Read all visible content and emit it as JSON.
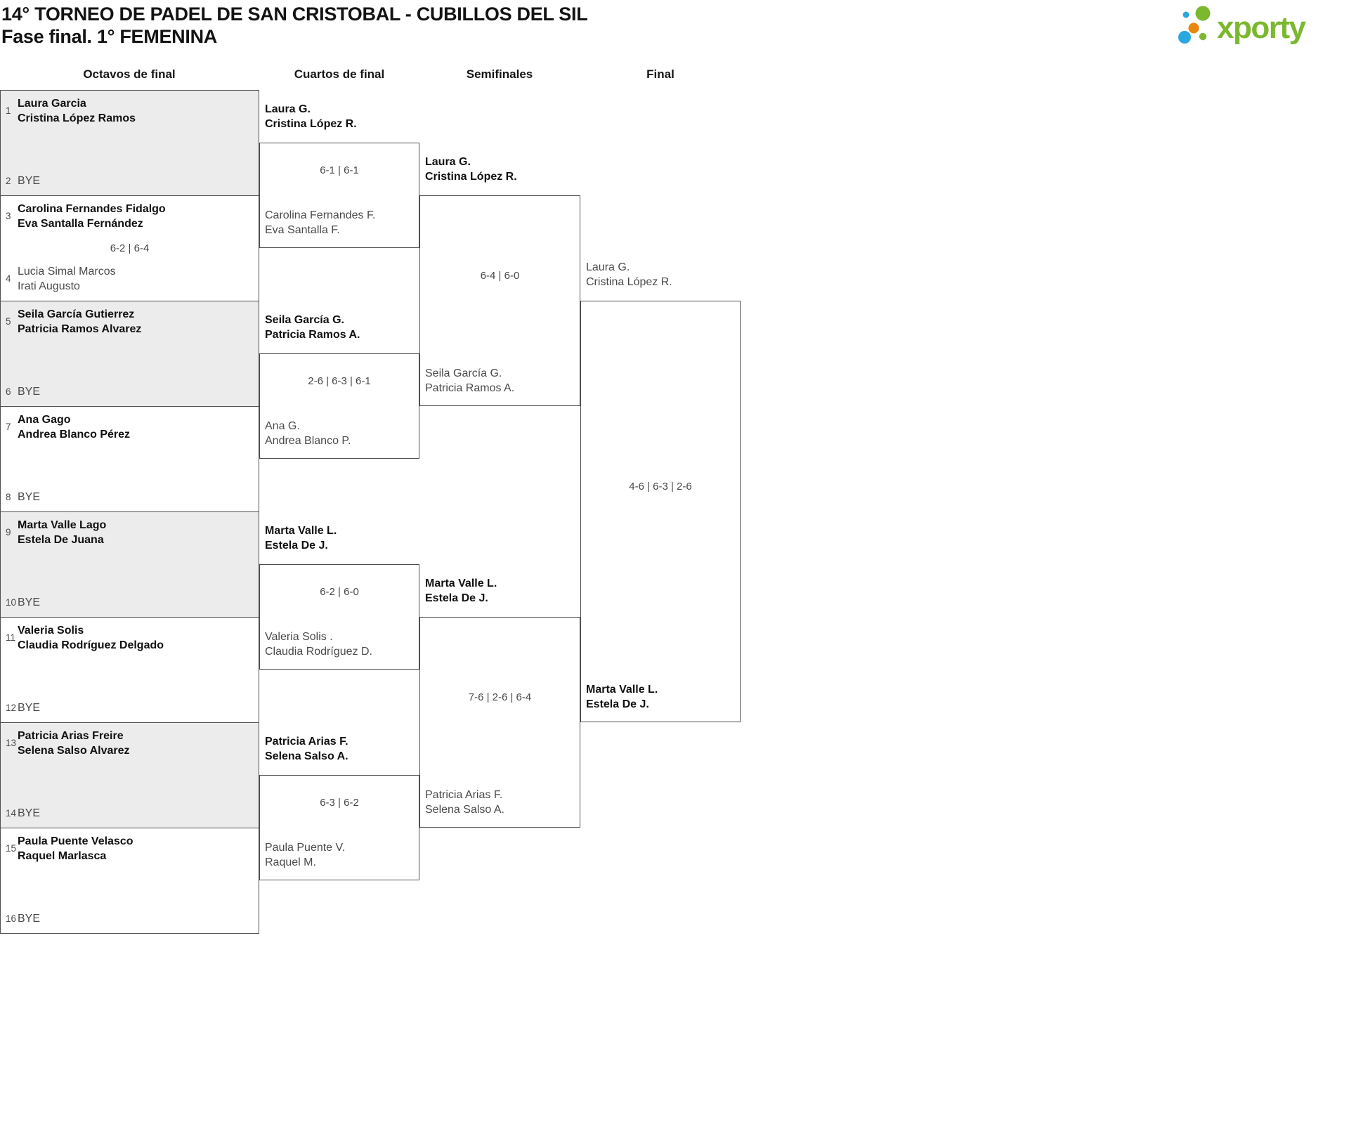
{
  "title": "14° TORNEO DE PADEL DE SAN CRISTOBAL - CUBILLOS DEL SIL",
  "subtitle": "Fase final. 1° FEMENINA",
  "logo": {
    "text": "xporty",
    "colors": {
      "green": "#7cb82e",
      "blue": "#29a8e0",
      "orange": "#e8880e"
    }
  },
  "rounds": [
    "Octavos de final",
    "Cuartos de final",
    "Semifinales",
    "Final"
  ],
  "bracket": {
    "octavos": [
      {
        "shaded": true,
        "score": "",
        "top": {
          "seed": "1",
          "names": [
            "Laura Garcia",
            "Cristina López Ramos"
          ],
          "winner": true
        },
        "bottom": {
          "seed": "2",
          "names": [
            "BYE"
          ],
          "winner": false
        }
      },
      {
        "shaded": false,
        "score": "6-2 | 6-4",
        "top": {
          "seed": "3",
          "names": [
            "Carolina Fernandes Fidalgo",
            "Eva Santalla Fernández"
          ],
          "winner": true
        },
        "bottom": {
          "seed": "4",
          "names": [
            "Lucia Simal Marcos",
            "Irati Augusto"
          ],
          "winner": false
        }
      },
      {
        "shaded": true,
        "score": "",
        "top": {
          "seed": "5",
          "names": [
            "Seila García Gutierrez",
            "Patricia Ramos Alvarez"
          ],
          "winner": true
        },
        "bottom": {
          "seed": "6",
          "names": [
            "BYE"
          ],
          "winner": false
        }
      },
      {
        "shaded": false,
        "score": "",
        "top": {
          "seed": "7",
          "names": [
            "Ana Gago",
            "Andrea Blanco Pérez"
          ],
          "winner": true
        },
        "bottom": {
          "seed": "8",
          "names": [
            "BYE"
          ],
          "winner": false
        }
      },
      {
        "shaded": true,
        "score": "",
        "top": {
          "seed": "9",
          "names": [
            "Marta Valle Lago",
            "Estela De Juana"
          ],
          "winner": true
        },
        "bottom": {
          "seed": "10",
          "names": [
            "BYE"
          ],
          "winner": false
        }
      },
      {
        "shaded": false,
        "score": "",
        "top": {
          "seed": "11",
          "names": [
            "Valeria Solis",
            "Claudia Rodríguez Delgado"
          ],
          "winner": true
        },
        "bottom": {
          "seed": "12",
          "names": [
            "BYE"
          ],
          "winner": false
        }
      },
      {
        "shaded": true,
        "score": "",
        "top": {
          "seed": "13",
          "names": [
            "Patricia Arias Freire",
            "Selena Salso Alvarez"
          ],
          "winner": true
        },
        "bottom": {
          "seed": "14",
          "names": [
            "BYE"
          ],
          "winner": false
        }
      },
      {
        "shaded": false,
        "score": "",
        "top": {
          "seed": "15",
          "names": [
            "Paula Puente Velasco",
            "Raquel Marlasca"
          ],
          "winner": true
        },
        "bottom": {
          "seed": "16",
          "names": [
            "BYE"
          ],
          "winner": false
        }
      }
    ],
    "cuartos": [
      {
        "score": "6-1 | 6-1",
        "top": {
          "names": [
            "Laura G.",
            "Cristina López R."
          ],
          "winner": true
        },
        "bottom": {
          "names": [
            "Carolina Fernandes F.",
            "Eva Santalla F."
          ],
          "winner": false
        }
      },
      {
        "score": "2-6 | 6-3 | 6-1",
        "top": {
          "names": [
            "Seila García G.",
            "Patricia Ramos A."
          ],
          "winner": true
        },
        "bottom": {
          "names": [
            "Ana G.",
            "Andrea Blanco P."
          ],
          "winner": false
        }
      },
      {
        "score": "6-2 | 6-0",
        "top": {
          "names": [
            "Marta Valle L.",
            "Estela De J."
          ],
          "winner": true
        },
        "bottom": {
          "names": [
            "Valeria Solis .",
            "Claudia Rodríguez D."
          ],
          "winner": false
        }
      },
      {
        "score": "6-3 | 6-2",
        "top": {
          "names": [
            "Patricia Arias F.",
            "Selena Salso A."
          ],
          "winner": true
        },
        "bottom": {
          "names": [
            "Paula Puente V.",
            "Raquel M."
          ],
          "winner": false
        }
      }
    ],
    "semifinales": [
      {
        "score": "6-4 | 6-0",
        "top": {
          "names": [
            "Laura G.",
            "Cristina López R."
          ],
          "winner": true
        },
        "bottom": {
          "names": [
            "Seila García G.",
            "Patricia Ramos A."
          ],
          "winner": false
        }
      },
      {
        "score": "7-6 | 2-6 | 6-4",
        "top": {
          "names": [
            "Marta Valle L.",
            "Estela De J."
          ],
          "winner": true
        },
        "bottom": {
          "names": [
            "Patricia Arias F.",
            "Selena Salso A."
          ],
          "winner": false
        }
      }
    ],
    "final": [
      {
        "score": "4-6 | 6-3 | 2-6",
        "top": {
          "names": [
            "Laura G.",
            "Cristina López R."
          ],
          "winner": false
        },
        "bottom": {
          "names": [
            "Marta Valle L.",
            "Estela De J."
          ],
          "winner": true
        }
      }
    ]
  }
}
